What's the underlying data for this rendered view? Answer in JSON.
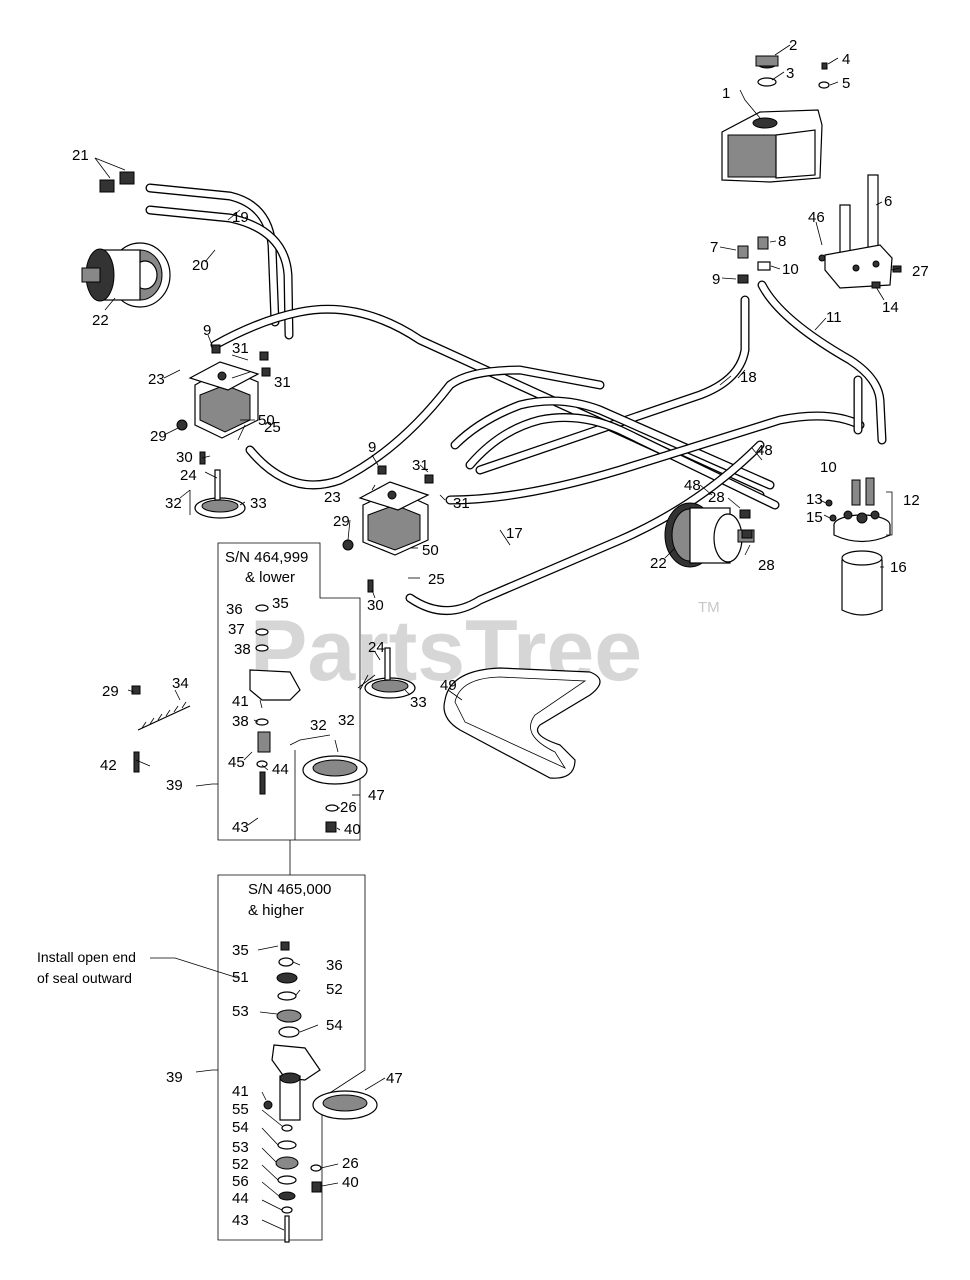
{
  "watermark": {
    "brand": "PartsTree",
    "trademark": "TM"
  },
  "boxes": {
    "lower": {
      "title_line1": "S/N 464,999",
      "title_line2": "& lower"
    },
    "higher": {
      "title_line1": "S/N 465,000",
      "title_line2": "& higher"
    }
  },
  "note": {
    "line1": "Install open end",
    "line2": "of seal outward"
  },
  "callouts": [
    "1",
    "2",
    "3",
    "4",
    "5",
    "6",
    "7",
    "8",
    "9",
    "10",
    "11",
    "12",
    "13",
    "14",
    "15",
    "16",
    "17",
    "18",
    "19",
    "20",
    "21",
    "22",
    "23",
    "24",
    "25",
    "26",
    "27",
    "28",
    "29",
    "30",
    "31",
    "32",
    "33",
    "34",
    "35",
    "36",
    "37",
    "38",
    "39",
    "40",
    "41",
    "42",
    "43",
    "44",
    "45",
    "46",
    "47",
    "48",
    "49",
    "50",
    "51",
    "52",
    "53",
    "54",
    "55",
    "56"
  ]
}
